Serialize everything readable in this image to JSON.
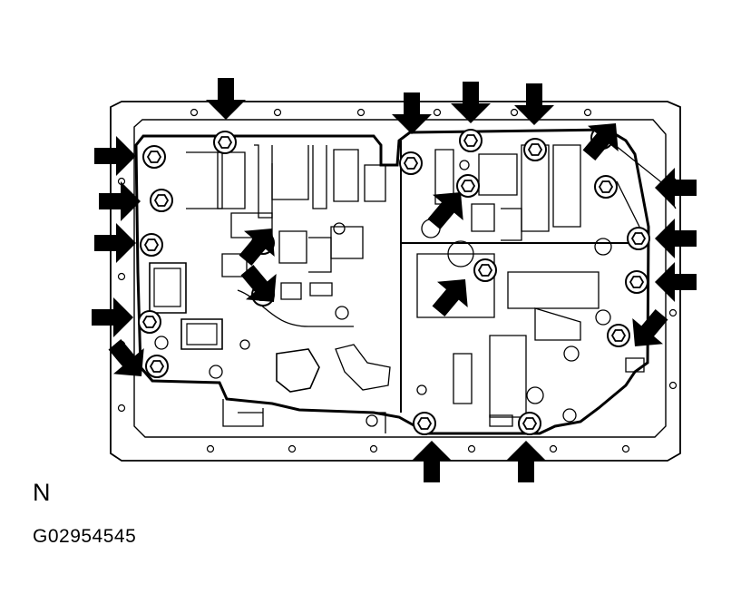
{
  "figure": {
    "view_label": "N",
    "figure_code": "G02954545"
  },
  "bolts": [
    {
      "id": 1
    },
    {
      "id": 2
    },
    {
      "id": 3
    },
    {
      "id": 4
    },
    {
      "id": 5
    },
    {
      "id": 6
    },
    {
      "id": 7
    },
    {
      "id": 8
    },
    {
      "id": 9
    },
    {
      "id": 10
    },
    {
      "id": 11
    },
    {
      "id": 12
    },
    {
      "id": 13
    },
    {
      "id": 14
    },
    {
      "id": 15
    },
    {
      "id": 16
    },
    {
      "id": 17
    },
    {
      "id": 18
    },
    {
      "id": 19
    }
  ],
  "colors": {
    "ink": "#000000",
    "paper": "#ffffff"
  },
  "icons": {
    "pointer": "arrow-icon",
    "fastener": "bolt-icon"
  }
}
